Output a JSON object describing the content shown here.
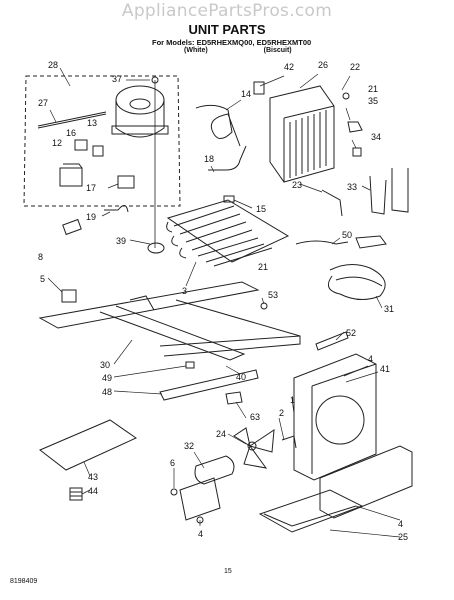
{
  "watermark": "AppliancePartsPros.com",
  "title": "UNIT PARTS",
  "models": {
    "prefix": "For Models:",
    "list": "ED5RHEXMQ00, ED5RHEXMT00",
    "variant_1": "(White)",
    "variant_2": "(Biscuit)"
  },
  "callouts": [
    "28",
    "37",
    "42",
    "26",
    "22",
    "21",
    "27",
    "14",
    "35",
    "16",
    "13",
    "12",
    "34",
    "18",
    "17",
    "23",
    "33",
    "15",
    "19",
    "39",
    "50",
    "8",
    "21",
    "5",
    "3",
    "53",
    "31",
    "52",
    "30",
    "4",
    "41",
    "49",
    "40",
    "48",
    "1",
    "63",
    "2",
    "24",
    "32",
    "6",
    "43",
    "44",
    "4",
    "4",
    "25"
  ],
  "footer": {
    "code": "8198409",
    "page": "15"
  }
}
